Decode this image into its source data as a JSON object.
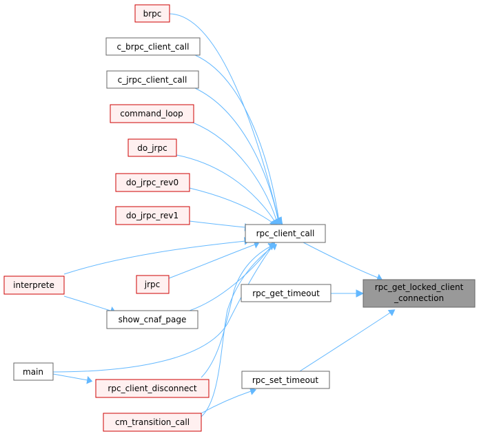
{
  "colors": {
    "edge": "#63b8ff",
    "red_border": "#cc0000",
    "red_fill": "#fff0f0",
    "plain_border": "#666666",
    "root_fill": "#999999"
  },
  "nodes": {
    "brpc": {
      "label": "brpc",
      "style": "red"
    },
    "c_brpc": {
      "label": "c_brpc_client_call",
      "style": "plain"
    },
    "c_jrpc": {
      "label": "c_jrpc_client_call",
      "style": "plain"
    },
    "command_loop": {
      "label": "command_loop",
      "style": "red"
    },
    "do_jrpc": {
      "label": "do_jrpc",
      "style": "red"
    },
    "do_jrpc_rev0": {
      "label": "do_jrpc_rev0",
      "style": "red"
    },
    "do_jrpc_rev1": {
      "label": "do_jrpc_rev1",
      "style": "red"
    },
    "interprete": {
      "label": "interprete",
      "style": "red"
    },
    "jrpc": {
      "label": "jrpc",
      "style": "red"
    },
    "show_cnaf_page": {
      "label": "show_cnaf_page",
      "style": "plain"
    },
    "main": {
      "label": "main",
      "style": "plain"
    },
    "rpc_client_disconnect": {
      "label": "rpc_client_disconnect",
      "style": "red"
    },
    "cm_transition_call": {
      "label": "cm_transition_call",
      "style": "red"
    },
    "rpc_client_call": {
      "label": "rpc_client_call",
      "style": "plain"
    },
    "rpc_get_timeout": {
      "label": "rpc_get_timeout",
      "style": "plain"
    },
    "rpc_set_timeout": {
      "label": "rpc_set_timeout",
      "style": "plain"
    },
    "root": {
      "label_line1": "rpc_get_locked_client",
      "label_line2": "_connection",
      "style": "root"
    }
  }
}
